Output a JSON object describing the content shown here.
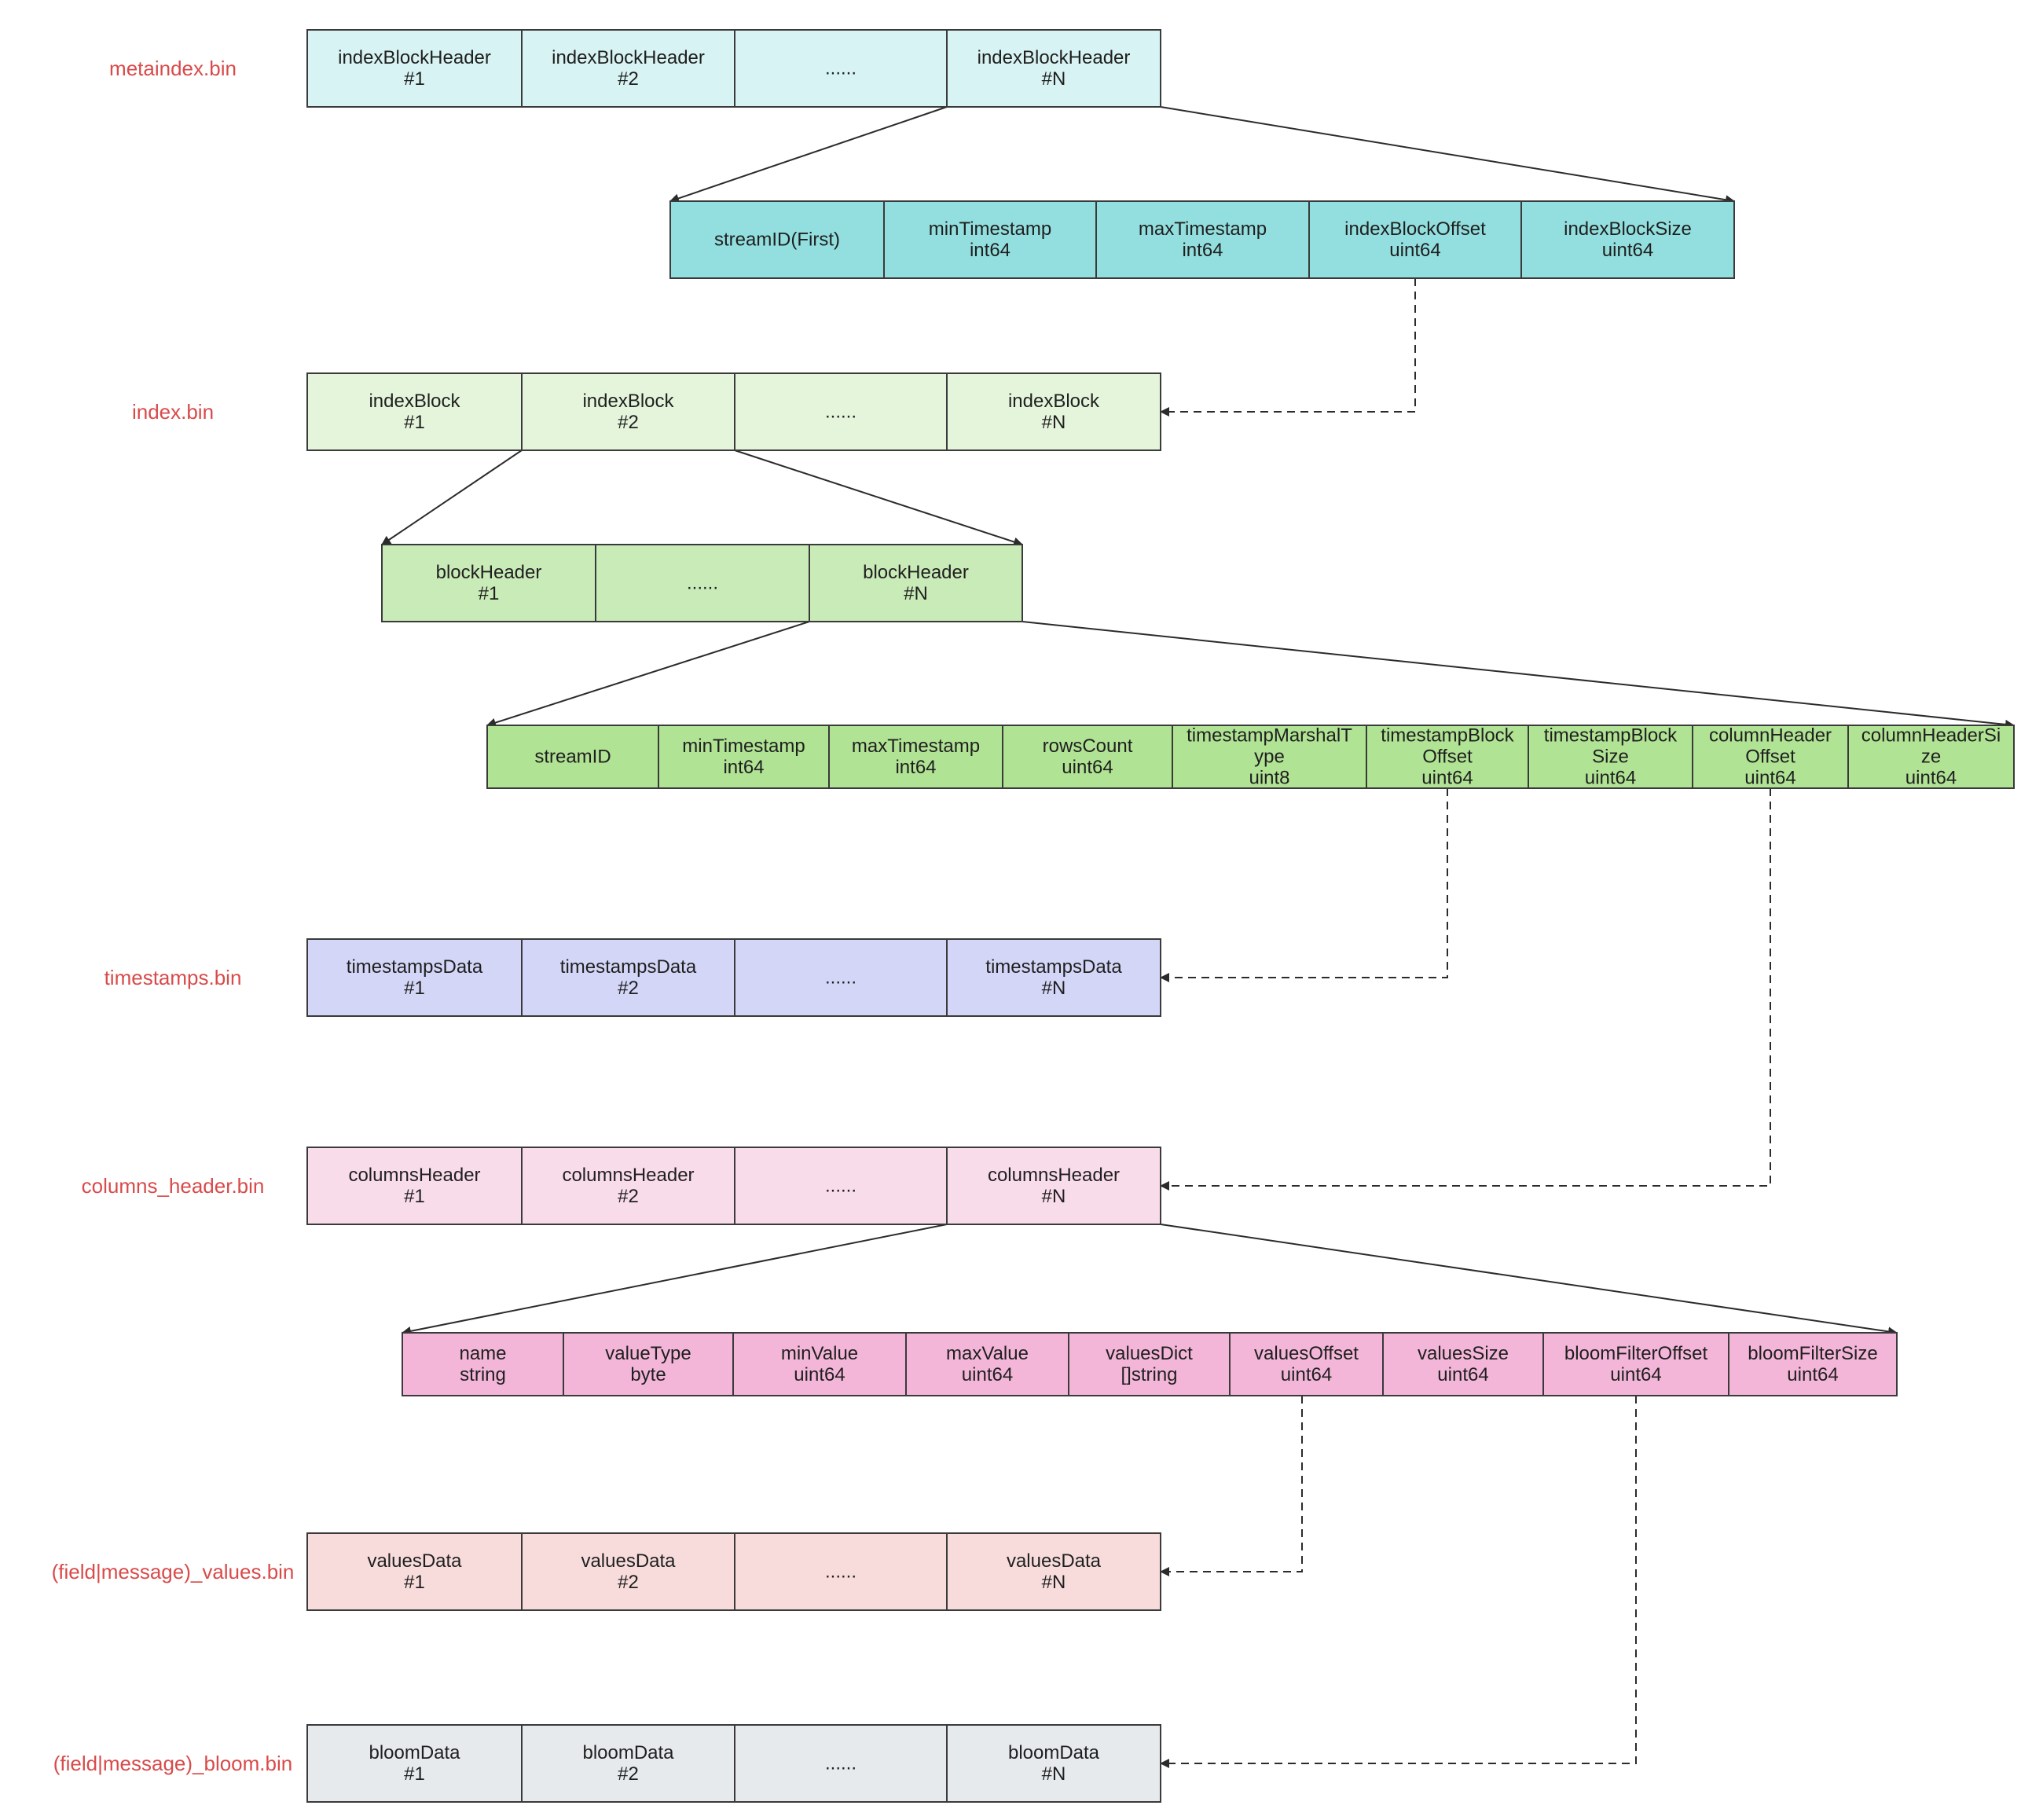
{
  "colors": {
    "label": "#d94a4a",
    "metaindex": "#d8f3f3",
    "metaindex_header": "#93dfdf",
    "index": "#e5f5dc",
    "block_header_row": "#c9ebb8",
    "block_header_fields": "#b0e394",
    "timestamps": "#d4d6f7",
    "columns_header": "#f9dcea",
    "column_fields": "#f3b6d8",
    "values": "#f8dcdc",
    "bloom": "#e6eaed"
  },
  "rows": {
    "metaindex": {
      "label": "metaindex.bin",
      "cells": [
        [
          "indexBlockHeader",
          "#1"
        ],
        [
          "indexBlockHeader",
          "#2"
        ],
        [
          "......"
        ],
        [
          "indexBlockHeader",
          "#N"
        ]
      ]
    },
    "index_block_header": {
      "label": "",
      "cells": [
        [
          "streamID(First)"
        ],
        [
          "minTimestamp",
          "int64"
        ],
        [
          "maxTimestamp",
          "int64"
        ],
        [
          "indexBlockOffset",
          "uint64"
        ],
        [
          "indexBlockSize",
          "uint64"
        ]
      ]
    },
    "index": {
      "label": "index.bin",
      "cells": [
        [
          "indexBlock",
          "#1"
        ],
        [
          "indexBlock",
          "#2"
        ],
        [
          "......"
        ],
        [
          "indexBlock",
          "#N"
        ]
      ]
    },
    "block_headers": {
      "label": "",
      "cells": [
        [
          "blockHeader",
          "#1"
        ],
        [
          "......"
        ],
        [
          "blockHeader",
          "#N"
        ]
      ]
    },
    "block_header_fields": {
      "label": "",
      "cells": [
        [
          "streamID"
        ],
        [
          "minTimestamp",
          "int64"
        ],
        [
          "maxTimestamp",
          "int64"
        ],
        [
          "rowsCount",
          "uint64"
        ],
        [
          "timestampMarshalT",
          "ype",
          "uint8"
        ],
        [
          "timestampBlock",
          "Offset",
          "uint64"
        ],
        [
          "timestampBlock",
          "Size",
          "uint64"
        ],
        [
          "columnHeader",
          "Offset",
          "uint64"
        ],
        [
          "columnHeaderSi",
          "ze",
          "uint64"
        ]
      ]
    },
    "timestamps": {
      "label": "timestamps.bin",
      "cells": [
        [
          "timestampsData",
          "#1"
        ],
        [
          "timestampsData",
          "#2"
        ],
        [
          "......"
        ],
        [
          "timestampsData",
          "#N"
        ]
      ]
    },
    "columns_header": {
      "label": "columns_header.bin",
      "cells": [
        [
          "columnsHeader",
          "#1"
        ],
        [
          "columnsHeader",
          "#2"
        ],
        [
          "......"
        ],
        [
          "columnsHeader",
          "#N"
        ]
      ]
    },
    "column_fields": {
      "label": "",
      "cells": [
        [
          "name",
          "string"
        ],
        [
          "valueType",
          "byte"
        ],
        [
          "minValue",
          "uint64"
        ],
        [
          "maxValue",
          "uint64"
        ],
        [
          "valuesDict",
          "[]string"
        ],
        [
          "valuesOffset",
          "uint64"
        ],
        [
          "valuesSize",
          "uint64"
        ],
        [
          "bloomFilterOffset",
          "uint64"
        ],
        [
          "bloomFilterSize",
          "uint64"
        ]
      ]
    },
    "values": {
      "label": "(field|message)_values.bin",
      "cells": [
        [
          "valuesData",
          "#1"
        ],
        [
          "valuesData",
          "#2"
        ],
        [
          "......"
        ],
        [
          "valuesData",
          "#N"
        ]
      ]
    },
    "bloom": {
      "label": "(field|message)_bloom.bin",
      "cells": [
        [
          "bloomData",
          "#1"
        ],
        [
          "bloomData",
          "#2"
        ],
        [
          "......"
        ],
        [
          "bloomData",
          "#N"
        ]
      ]
    }
  }
}
